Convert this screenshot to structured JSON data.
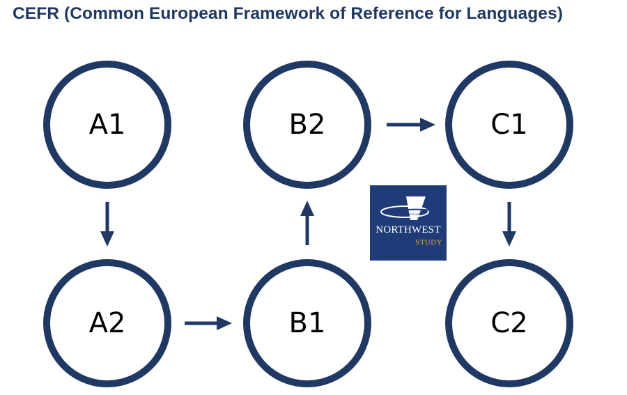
{
  "title": "CEFR (Common European Framework of Reference for Languages)",
  "nodes": [
    {
      "id": "a1",
      "label": "A1"
    },
    {
      "id": "a2",
      "label": "A2"
    },
    {
      "id": "b1",
      "label": "B1"
    },
    {
      "id": "b2",
      "label": "B2"
    },
    {
      "id": "c1",
      "label": "C1"
    },
    {
      "id": "c2",
      "label": "C2"
    }
  ],
  "edges": [
    {
      "from": "A1",
      "to": "A2"
    },
    {
      "from": "A2",
      "to": "B1"
    },
    {
      "from": "B1",
      "to": "B2"
    },
    {
      "from": "B2",
      "to": "C1"
    },
    {
      "from": "C1",
      "to": "C2"
    }
  ],
  "logo": {
    "name": "NORTHWEST",
    "sub": "STUDY",
    "tail_text": "NORTHWEST"
  },
  "colors": {
    "navy": "#1f3864",
    "logo_bg": "#1f3c78",
    "logo_accent": "#e8a33a"
  }
}
